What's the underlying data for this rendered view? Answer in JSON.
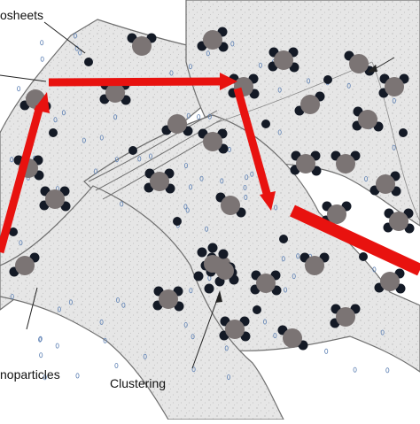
{
  "labels": {
    "nanosheets": "osheets",
    "nanoparticles": "noparticles",
    "clustering": "Clustering"
  },
  "colors": {
    "sheet_fill": "#e8e8e8",
    "sheet_stroke": "#6f6f6f",
    "particle_large": "#7b7474",
    "particle_small": "#141a26",
    "arrow": "#e8120f",
    "pore": "#5b7fb3"
  }
}
